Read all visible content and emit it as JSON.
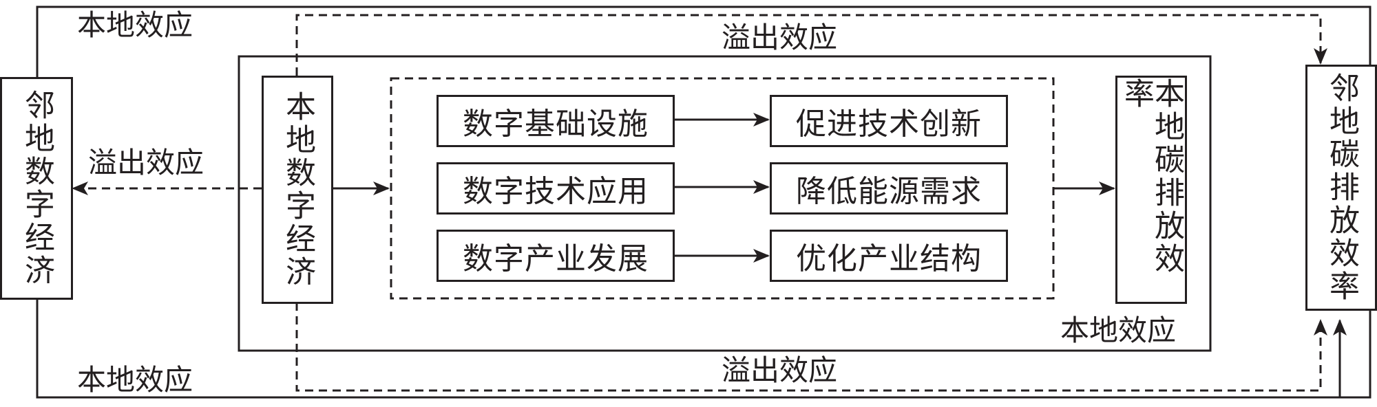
{
  "labels": {
    "local_effect_top_left": "本地效应",
    "spillover_top": "溢出效应",
    "spillover_left": "溢出效应",
    "local_effect_inner": "本地效应",
    "spillover_bottom": "溢出效应",
    "local_effect_bottom_left": "本地效应"
  },
  "nodes": {
    "neighbor_digital_economy": "邻地数字经济",
    "local_digital_economy": "本地数字经济",
    "local_carbon_efficiency": "本地碳排放效率",
    "neighbor_carbon_efficiency": "邻地碳排放效率"
  },
  "drivers": [
    "数字基础设施",
    "数字技术应用",
    "数字产业发展"
  ],
  "mechanisms": [
    "促进技术创新",
    "降低能源需求",
    "优化产业结构"
  ]
}
